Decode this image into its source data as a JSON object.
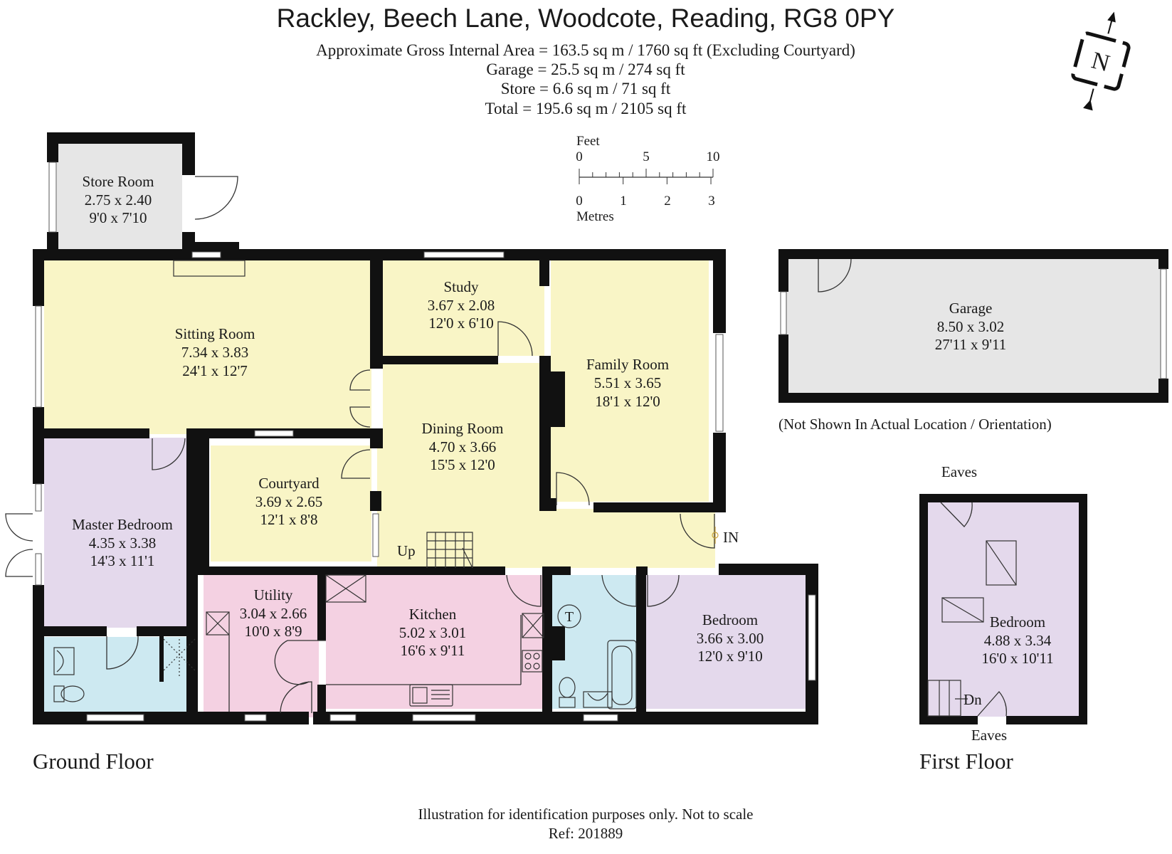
{
  "header": {
    "title": "Rackley, Beech Lane, Woodcote, Reading, RG8 0PY",
    "area_lines": [
      "Approximate Gross Internal Area = 163.5 sq m / 1760 sq ft (Excluding Courtyard)",
      "Garage = 25.5 sq m / 274 sq ft",
      "Store = 6.6 sq m / 71 sq ft",
      "Total = 195.6 sq m / 2105 sq ft"
    ]
  },
  "compass": {
    "label": "N"
  },
  "scale_bar": {
    "feet_label": "Feet",
    "feet_ticks": [
      "0",
      "5",
      "10"
    ],
    "metres_ticks": [
      "0",
      "1",
      "2",
      "3"
    ],
    "metres_label": "Metres"
  },
  "colors": {
    "yellow": "#f9f5c6",
    "purple": "#e4d9ec",
    "pink": "#f4d1e2",
    "blue": "#cde9f1",
    "grey": "#e6e6e6",
    "wall": "#111111"
  },
  "rooms": {
    "store": {
      "name": "Store Room",
      "metric": "2.75 x 2.40",
      "imperial": "9'0 x 7'10"
    },
    "sitting": {
      "name": "Sitting Room",
      "metric": "7.34 x 3.83",
      "imperial": "24'1 x 12'7"
    },
    "study": {
      "name": "Study",
      "metric": "3.67 x 2.08",
      "imperial": "12'0 x 6'10"
    },
    "family": {
      "name": "Family Room",
      "metric": "5.51 x 3.65",
      "imperial": "18'1 x 12'0"
    },
    "dining": {
      "name": "Dining Room",
      "metric": "4.70 x 3.66",
      "imperial": "15'5 x 12'0"
    },
    "courtyard": {
      "name": "Courtyard",
      "metric": "3.69 x 2.65",
      "imperial": "12'1 x 8'8"
    },
    "master": {
      "name": "Master Bedroom",
      "metric": "4.35 x 3.38",
      "imperial": "14'3 x 11'1"
    },
    "utility": {
      "name": "Utility",
      "metric": "3.04 x 2.66",
      "imperial": "10'0 x 8'9"
    },
    "kitchen": {
      "name": "Kitchen",
      "metric": "5.02 x 3.01",
      "imperial": "16'6 x 9'11"
    },
    "bedroom": {
      "name": "Bedroom",
      "metric": "3.66 x 3.00",
      "imperial": "12'0 x 9'10"
    },
    "garage": {
      "name": "Garage",
      "metric": "8.50 x 3.02",
      "imperial": "27'11 x 9'11"
    },
    "first_bedroom": {
      "name": "Bedroom",
      "metric": "4.88 x 3.34",
      "imperial": "16'0 x 10'11"
    }
  },
  "labels": {
    "up": "Up",
    "in": "IN",
    "dn": "Dn",
    "eaves_top": "Eaves",
    "eaves_bottom": "Eaves",
    "tank": "T",
    "garage_note": "(Not Shown In Actual Location / Orientation)",
    "ground_floor": "Ground Floor",
    "first_floor": "First Floor"
  },
  "footer": {
    "disclaimer": "Illustration for identification purposes only. Not to scale",
    "ref": "Ref: 201889"
  }
}
